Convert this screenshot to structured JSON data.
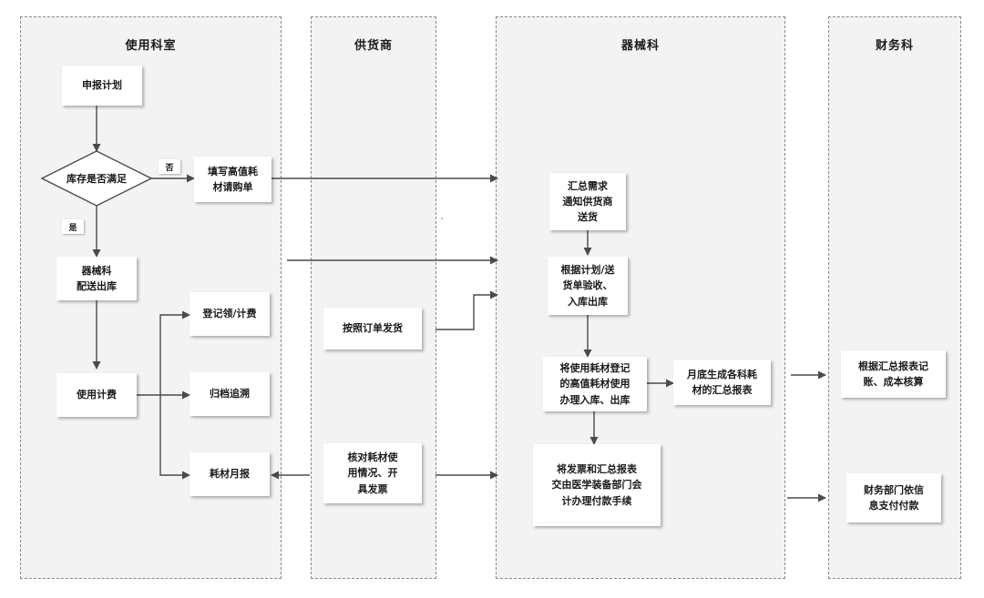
{
  "lanes": [
    {
      "title": "使用科室"
    },
    {
      "title": "供货商"
    },
    {
      "title": "器械科"
    },
    {
      "title": "财务科"
    }
  ],
  "nodes": {
    "apply_plan": "申报计划",
    "stock_check": "库存是否满足",
    "fill_purchase": "填写高值耗\n材请购单",
    "dispatch_out": "器械科\n配送出库",
    "register_consume": "登记领/计费",
    "return_stock": "归档追溯",
    "list_issue": "耗材月报",
    "use_charge": "使用计费",
    "supplier_deliver": "按照订单发货",
    "supplier_monthly": "核对耗材使\n用情况、开\n具发票",
    "summary_notify": "汇总需求\n通知供货商\n送货",
    "receive_check": "根据计划/送\n货单验收、\n入库出库",
    "inout_record": "将使用耗材登记\n的高值耗材使用\n办理入库、出库",
    "monthly_summary": "月底生成各科耗\n材的汇总报表",
    "invoice_flow": "将发票和汇总报表\n交由医学装备部门会\n计办理付款手续",
    "finance_record": "根据汇总报表记\n账、成本核算",
    "finance_pay": "财务部门依信\n息支付付款"
  },
  "tags": {
    "no": "否",
    "yes": "是"
  }
}
